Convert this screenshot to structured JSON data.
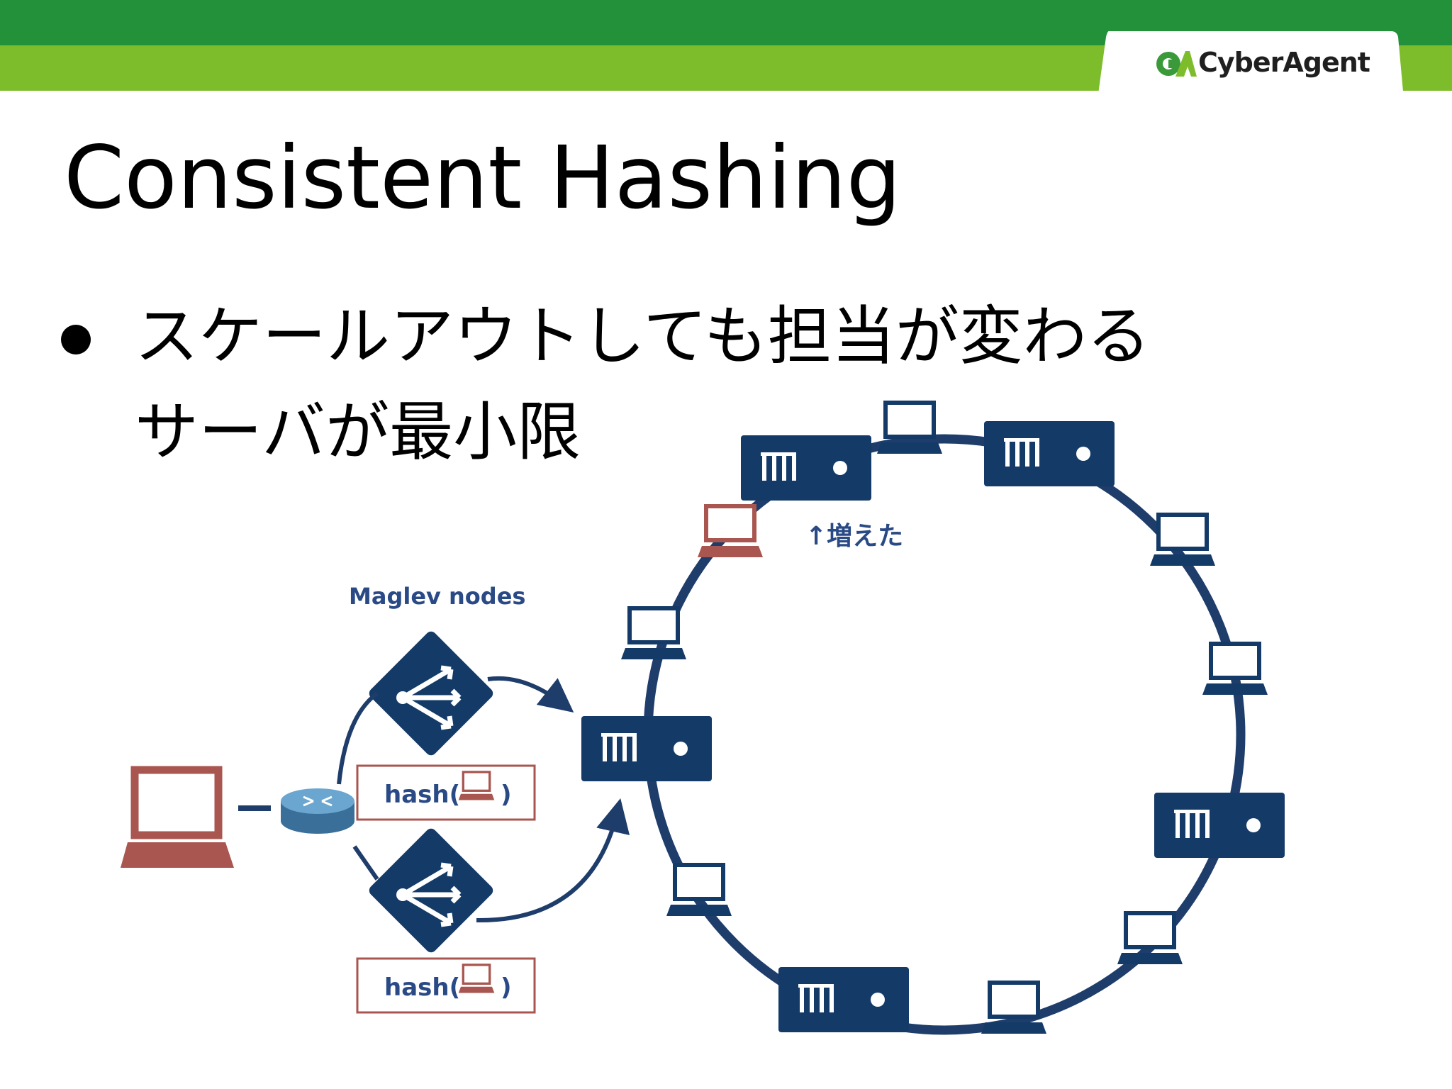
{
  "header": {
    "band_dark_color": "#23913a",
    "band_light_color": "#7dbd2c",
    "logo_text": "CyberAgent",
    "logo_mark": "CA"
  },
  "slide": {
    "title": "Consistent Hashing",
    "bullet_line1": "スケールアウトしても担当が変わる",
    "bullet_line2": "サーバが最小限"
  },
  "diagram": {
    "maglev_label": "Maglev nodes",
    "added_label": "↑増えた",
    "hash_label_1": "hash(",
    "hash_label_1_end": ")",
    "hash_label_2": "hash(",
    "hash_label_2_end": ")",
    "colors": {
      "navy": "#143a68",
      "ring": "#1e3d6b",
      "red": "#a8564f",
      "label": "#2a4a86"
    }
  }
}
